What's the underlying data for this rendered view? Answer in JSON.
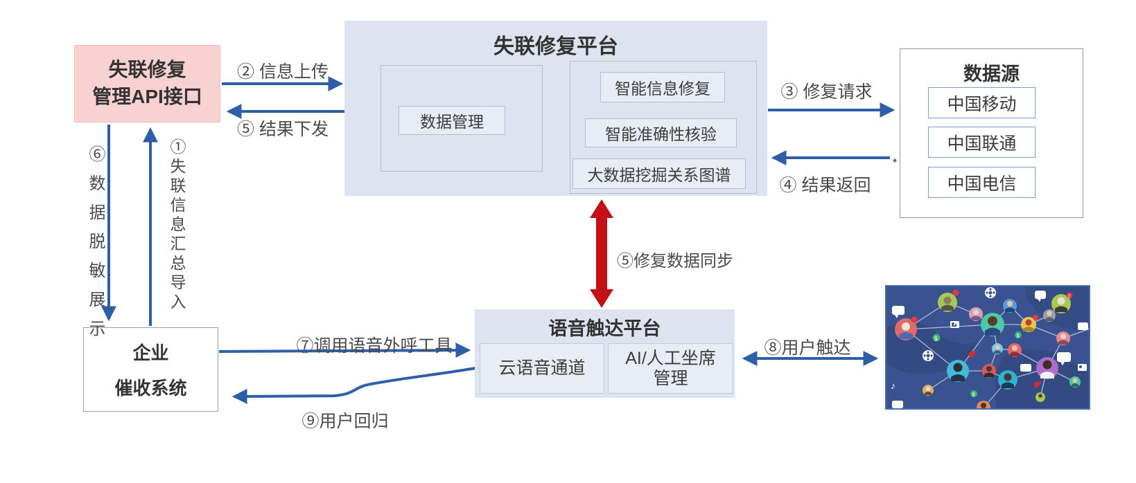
{
  "diagram": {
    "api_box": {
      "line1": "失联修复",
      "line2": "管理API接口"
    },
    "platform": {
      "title": "失联修复平台",
      "data_mgmt": "数据管理",
      "modules": [
        "智能信息修复",
        "智能准确性核验",
        "大数据挖掘关系图谱"
      ]
    },
    "datasource": {
      "title": "数据源",
      "carriers": [
        "中国移动",
        "中国联通",
        "中国电信"
      ]
    },
    "enterprise": {
      "line1": "企业",
      "line2": "催收系统"
    },
    "voice_platform": {
      "title": "语音触达平台",
      "channel": "云语音通道",
      "agent_line1": "AI/人工坐席",
      "agent_line2": "管理"
    },
    "arrows": {
      "upload": "② 信息上传",
      "result_down": "⑤ 结果下发",
      "repair_request": "③ 修复请求",
      "result_return": "④ 结果返回",
      "desensitize": "⑥数据脱敏展示",
      "import": "①失联信息汇总导入",
      "sync": "⑤修复数据同步",
      "call_tool": "⑦调用语音外呼工具",
      "user_return": "⑨用户回归",
      "user_reach": "⑧用户触达"
    },
    "colors": {
      "arrow_blue": "#2e5ea8",
      "sync_red": "#c21014",
      "api_pink": "#f8d1d1",
      "panel_blue": "#dde3ef"
    },
    "icons": {
      "illustration": "user-network-illustration"
    }
  }
}
